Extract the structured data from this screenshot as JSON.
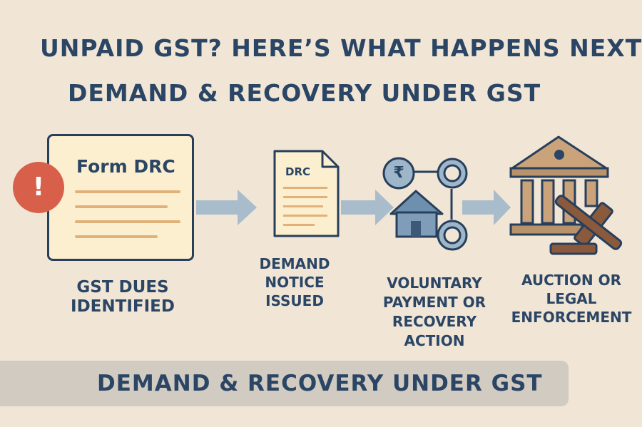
{
  "title": "UNPAID GST? HERE’S WHAT HAPPENS NEXT",
  "subtitle": "DEMAND & RECOVERY UNDER GST",
  "step1": {
    "form_title": "Form DRC",
    "alert_symbol": "!",
    "label_line1": "GST DUES",
    "label_line2": "IDENTIFIED"
  },
  "step2": {
    "doc_text": "DRC",
    "label_line1": "DEMAND",
    "label_line2": "NOTICE",
    "label_line3": "ISSUED"
  },
  "step3": {
    "rupee_symbol": "₹",
    "label_line1": "VOLUNTARY",
    "label_line2": "PAYMENT OR",
    "label_line3": "RECOVERY",
    "label_line4": "ACTION"
  },
  "step4": {
    "label_line1": "AUCTION OR",
    "label_line2": "LEGAL",
    "label_line3": "ENFORCEMENT"
  },
  "footer_banner": "DEMAND & RECOVERY UNDER GST",
  "colors": {
    "background": "#f1e6d6",
    "navy": "#2b4565",
    "alert_red": "#d8604b",
    "arrow_blue": "#a9bccb",
    "paper": "#fbefcf",
    "bronze": "#b8926a",
    "gavel_brown": "#8b5a3c"
  }
}
